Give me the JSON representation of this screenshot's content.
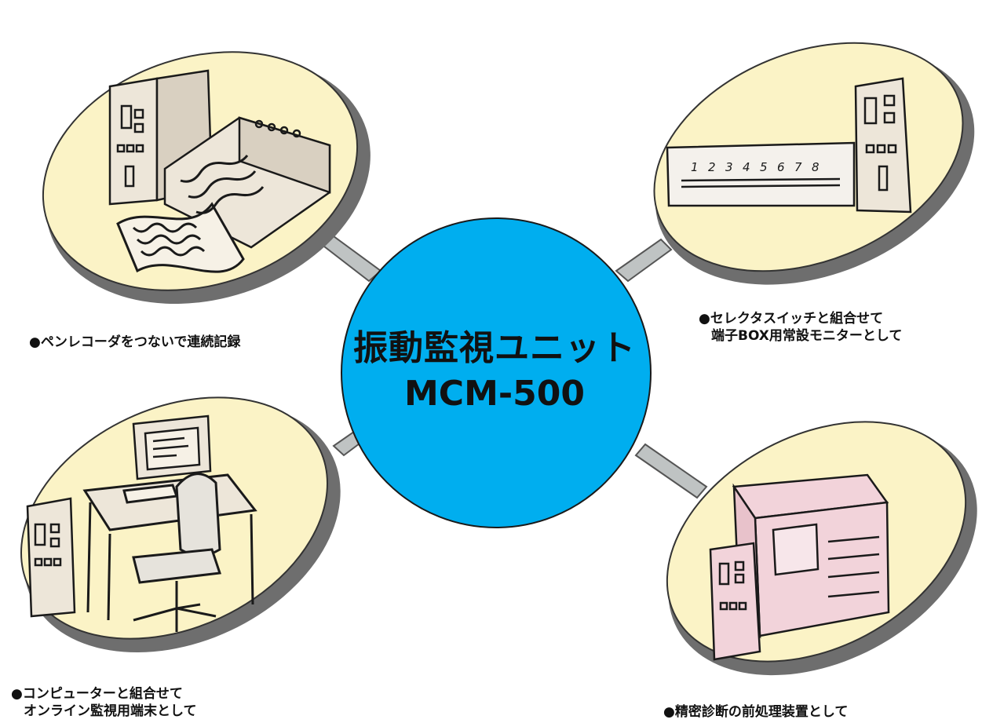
{
  "center": {
    "title_line1": "振動監視ユニット",
    "title_line2": "MCM-500",
    "fill_color": "#00AEEF"
  },
  "satellites": [
    {
      "id": "pen-recorder",
      "caption_lines": [
        "●ペンレコーダをつないで連続記録"
      ],
      "illustration": "pen-recorder-with-cabinet"
    },
    {
      "id": "selector-switch",
      "caption_lines": [
        "●セレクタスイッチと組合せて",
        "端子BOX用常設モニターとして"
      ],
      "illustration": "selector-switch-panel",
      "panel_numbers": [
        "1",
        "2",
        "3",
        "4",
        "5",
        "6",
        "7",
        "8"
      ]
    },
    {
      "id": "computer-online",
      "caption_lines": [
        "●コンピューターと組合せて",
        "オンライン監視用端末として"
      ],
      "illustration": "computer-desk-and-chair"
    },
    {
      "id": "diagnosis-preprocessor",
      "caption_lines": [
        "●精密診断の前処理装置として"
      ],
      "illustration": "analyzer-equipment"
    }
  ],
  "colors": {
    "ellipse_fill": "#FBF3C6",
    "ellipse_shadow": "#6E6E6E",
    "connector": "#BFC3C3",
    "equipment_fill": "#EDE6D9",
    "equipment_pink": "#F2D3DA",
    "ink": "#1A1A1A"
  }
}
